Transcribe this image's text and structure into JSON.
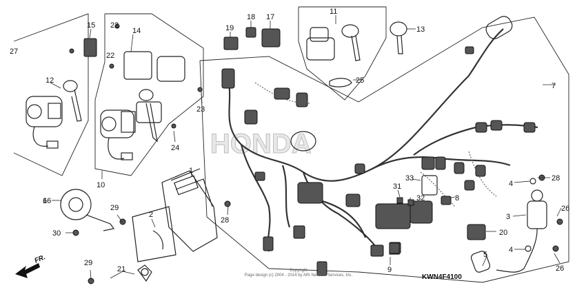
{
  "diagram": {
    "watermark": "HONDA",
    "diagram_code": "KWN4F4100",
    "front_label": "FR.",
    "copyright_line1": "Copyright",
    "copyright_line2": "Page design (c) 2004 - 2014 by ARI Network Services, Inc.",
    "callouts": [
      "1",
      "2",
      "3",
      "4",
      "4",
      "5",
      "6",
      "7",
      "8",
      "9",
      "10",
      "11",
      "12",
      "13",
      "14",
      "15",
      "16",
      "17",
      "18",
      "19",
      "20",
      "21",
      "22",
      "22",
      "23",
      "24",
      "25",
      "26",
      "26",
      "27",
      "28",
      "28",
      "29",
      "29",
      "30",
      "31",
      "32",
      "33"
    ]
  },
  "colors": {
    "ink": "#111111",
    "line": "#222222",
    "watermark_fill": "#e8e8e8"
  }
}
